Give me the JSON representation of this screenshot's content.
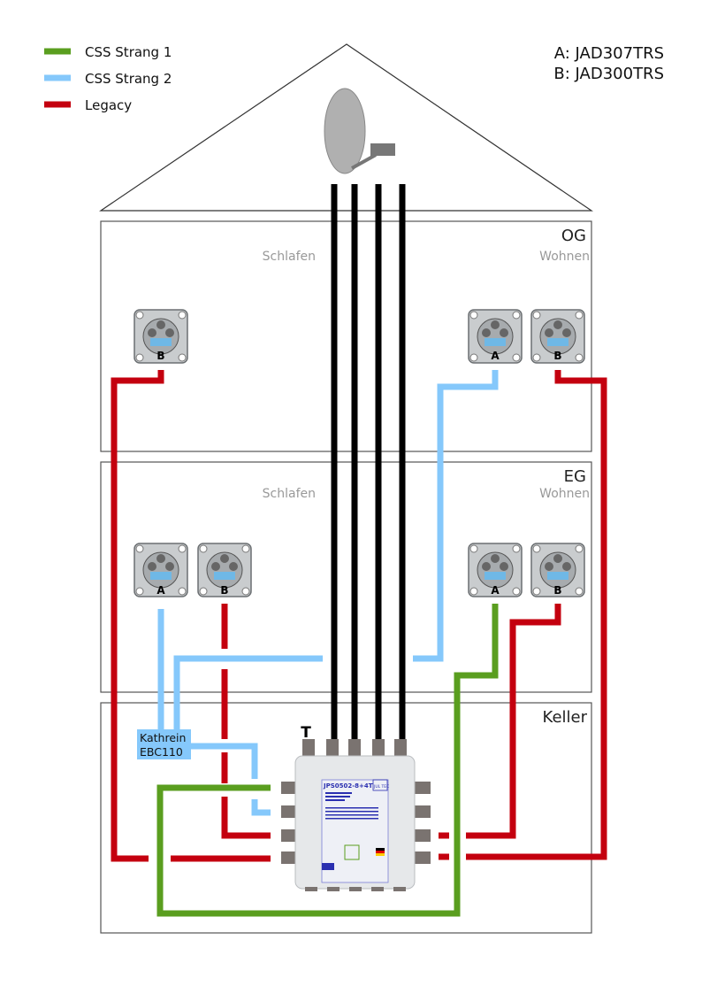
{
  "legend": [
    {
      "label": "CSS Strang 1",
      "color": "#5a9e1f"
    },
    {
      "label": "CSS Strang 2",
      "color": "#85c8fb"
    },
    {
      "label": "Legacy",
      "color": "#c4000f"
    }
  ],
  "socket_types": {
    "a": "A: JAD307TRS",
    "b": "B: JAD300TRS"
  },
  "floors": {
    "og": {
      "label": "OG",
      "rooms": [
        "Schlafen",
        "Wohnen"
      ]
    },
    "eg": {
      "label": "EG",
      "rooms": [
        "Schlafen",
        "Wohnen"
      ]
    },
    "keller": {
      "label": "Keller"
    }
  },
  "sockets": {
    "og_left": "B",
    "og_right_1": "A",
    "og_right_2": "B",
    "eg_left_1": "A",
    "eg_left_2": "B",
    "eg_right_1": "A",
    "eg_right_2": "B"
  },
  "splitter": {
    "line1": "Kathrein",
    "line2": "EBC110"
  },
  "multiswitch": {
    "model": "JPS0502-8+4T",
    "brand": "JUL TEC",
    "terminal_label": "T"
  },
  "colors": {
    "black_cable": "#000000",
    "wall": "#555555",
    "room_label": "#999999"
  }
}
